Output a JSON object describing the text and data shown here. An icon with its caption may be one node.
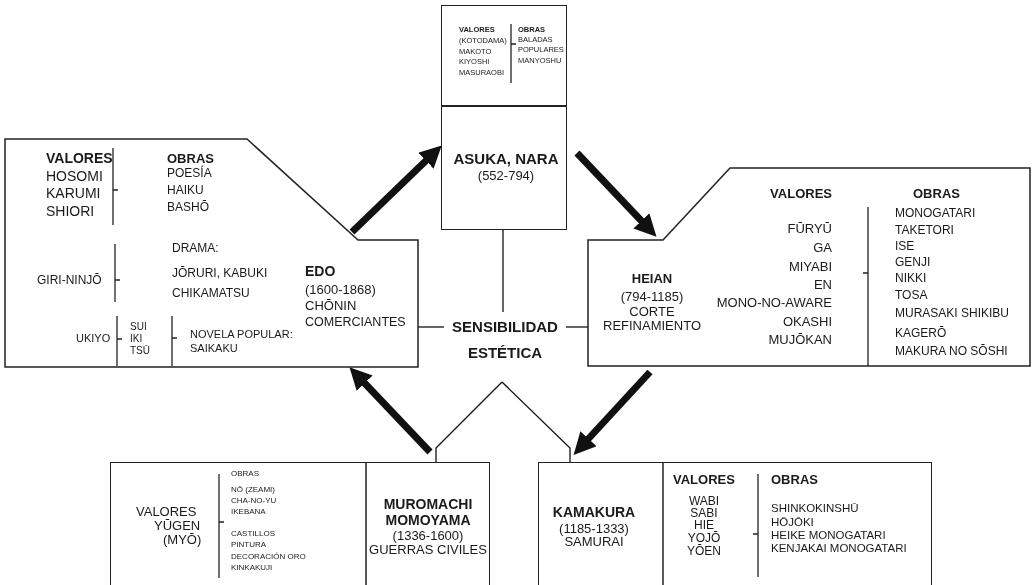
{
  "diagram": {
    "nodes": [
      {
        "text": [
          "VALORES",
          "(KOTODAMA)",
          "MAKOTO",
          "KIYOSHI",
          "MASURAOBI",
          "OBRAS",
          "BALADAS",
          "POPULARES",
          "MANYOSHU"
        ]
      },
      {
        "text": [
          "ASUKA, NARA",
          "(552-794)"
        ]
      },
      {
        "text": [
          "VALORES",
          "HOSOMI",
          "KARUMI",
          "SHIORI",
          "OBRAS",
          "POESÍA",
          "HAIKU",
          "BASHŌ",
          "GIRI-NINJŌ",
          "DRAMA:",
          "JŌRURI, KABUKI",
          "CHIKAMATSU",
          "EDO",
          "(1600-1868)",
          "CHŌNIN",
          "COMERCIANTES",
          "UKIYO",
          "SUI",
          "IKI",
          "TSŪ",
          "NOVELA POPULAR:",
          "SAIKAKU"
        ]
      },
      {
        "text": [
          "SENSIBILIDAD",
          "ESTÉTICA"
        ]
      },
      {
        "text": [
          "HEIAN",
          "(794-1185)",
          "CORTE",
          "REFINAMIENTO",
          "VALORES",
          "FŪRYŪ",
          "GA",
          "MIYABI",
          "EN",
          "MONO-NO-AWARE",
          "OKASHI",
          "MUJŌKAN",
          "OBRAS",
          "MONOGATARI",
          "TAKETORI",
          "ISE",
          "GENJI",
          "NIKKI",
          "TOSA",
          "MURASAKI SHIKIBU",
          "KAGERŌ",
          "MAKURA NO SŌSHI"
        ]
      },
      {
        "text": [
          "VALORES",
          "YŪGEN",
          "(MYŌ)",
          "OBRAS",
          "NŌ (ZEAMI)",
          "CHA-NO-YU",
          "IKEBANA",
          "CASTILLOS",
          "PINTURA",
          "DECORACIÓN ORO",
          "KINKAKUJI",
          "MUROMACHI",
          "MOMOYAMA",
          "(1336-1600)",
          "GUERRAS CIVILES"
        ]
      },
      {
        "text": [
          "KAMAKURA",
          "(1185-1333)",
          "SAMURAI",
          "VALORES",
          "WABI",
          "SABI",
          "HIE",
          "YOJŌ",
          "YŌEN",
          "OBRAS",
          "SHINKOKINSHŪ",
          "HŌJŌKI",
          "HEIKE MONOGATARI",
          "KENJAKAI MONOGATARI"
        ]
      }
    ],
    "edges": [
      {
        "from": 2,
        "to": 1,
        "arrow": "to",
        "style": "thick"
      },
      {
        "from": 1,
        "to": 4,
        "arrow": "to",
        "style": "thick"
      },
      {
        "from": 4,
        "to": 6,
        "arrow": "to",
        "style": "thick"
      },
      {
        "from": 5,
        "to": 2,
        "arrow": "to",
        "style": "thick"
      },
      {
        "from": 3,
        "to": 1,
        "arrow": "none"
      },
      {
        "from": 3,
        "to": 2,
        "arrow": "none"
      },
      {
        "from": 3,
        "to": 4,
        "arrow": "none"
      },
      {
        "from": 3,
        "to": 5,
        "arrow": "none"
      },
      {
        "from": 3,
        "to": 6,
        "arrow": "none"
      }
    ]
  }
}
